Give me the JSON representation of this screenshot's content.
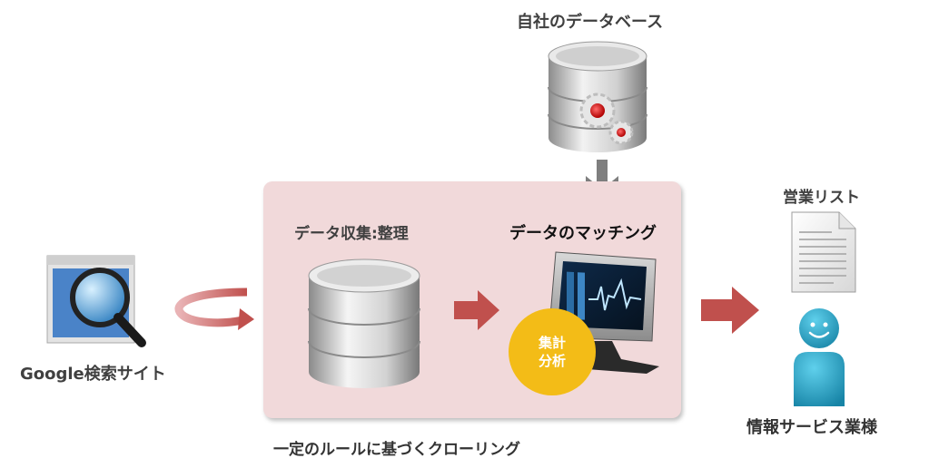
{
  "labels": {
    "company_db": "自社のデータベース",
    "collection": "データ収集:整理",
    "matching": "データのマッチング",
    "badge_line1": "集計",
    "badge_line2": "分析",
    "search_site": "Google検索サイト",
    "sales_list": "営業リスト",
    "service": "情報サービス業様",
    "crawling": "一定のルールに基づくクローリング"
  },
  "colors": {
    "panel": "#f1d9da",
    "arrow_red": "#c0504d",
    "arrow_gray": "#7f7f7f",
    "badge": "#f3bc17",
    "person": "#2aa8c8"
  },
  "icons": {
    "search_site": "magnifier-browser-icon",
    "company_db": "database-gears-icon",
    "collection_db": "database-icon",
    "matching": "monitor-chart-icon",
    "sales_list": "document-icon",
    "service": "person-icon"
  }
}
